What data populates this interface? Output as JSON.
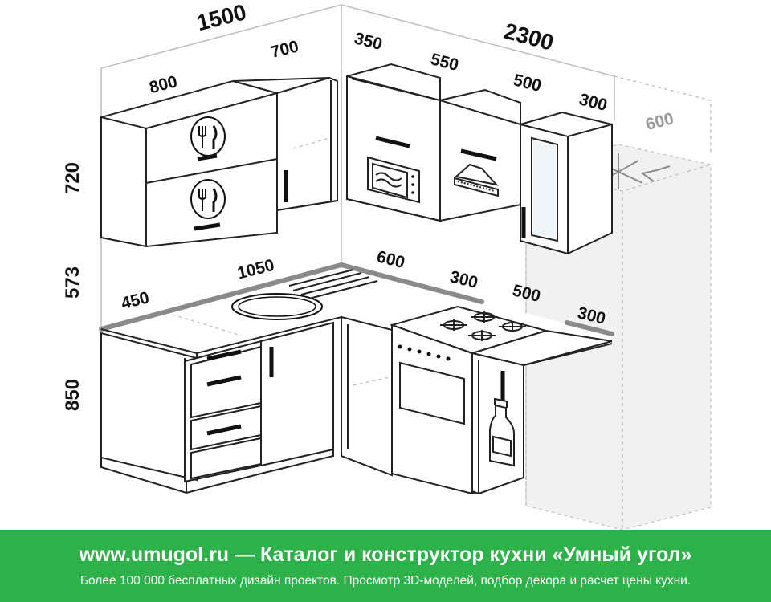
{
  "dimensions": {
    "overall_left": "1500",
    "overall_right": "2300",
    "upper_800": "800",
    "upper_700": "700",
    "upper_350": "350",
    "upper_550": "550",
    "upper_500": "500",
    "upper_300": "300",
    "fridge_600": "600",
    "height_720": "720",
    "height_573": "573",
    "height_850": "850",
    "counter_450": "450",
    "counter_1050": "1050",
    "counter_600": "600",
    "counter_300": "300",
    "lower_500": "500",
    "lower_300": "300"
  },
  "footer": {
    "title": "www.umugol.ru — Каталог и конструктор кухни «Умный угол»",
    "subtitle": "Более 100 000 бесплатных дизайн проектов. Просмотр 3D-моделей, подбор декора и расчет цены кухни."
  }
}
